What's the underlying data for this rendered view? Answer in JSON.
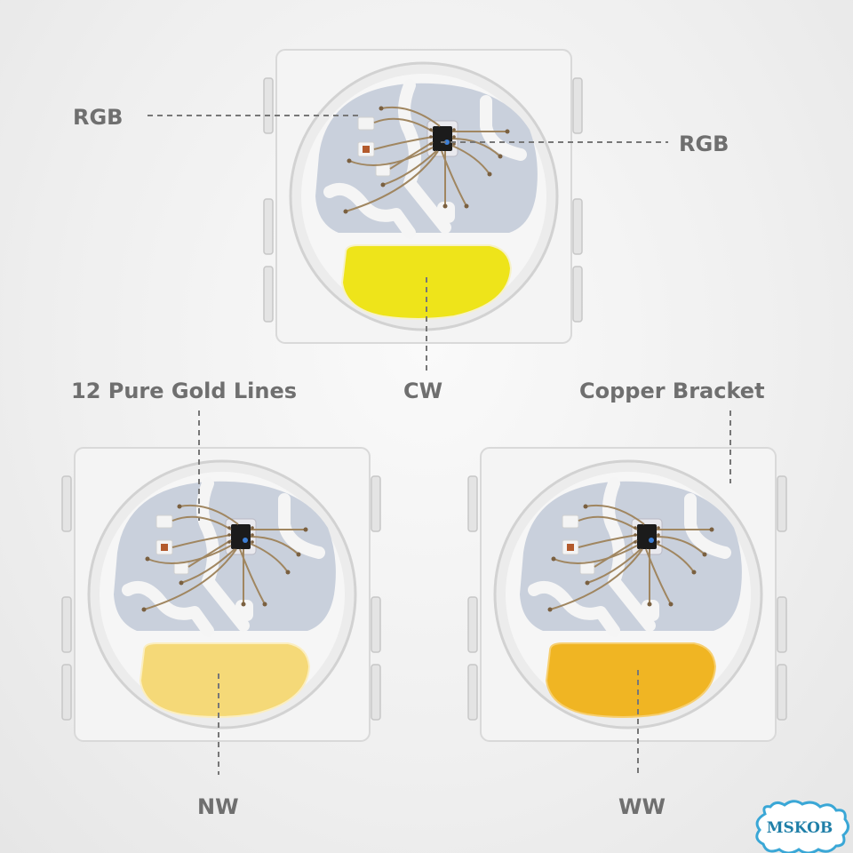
{
  "labels": {
    "rgb_left": "RGB",
    "rgb_right": "RGB",
    "cw": "CW",
    "gold_lines": "12 Pure Gold Lines",
    "copper_bracket": "Copper Bracket",
    "nw": "NW",
    "ww": "WW"
  },
  "leds": [
    {
      "name": "CW",
      "color": "#eee41a",
      "highlight": "#f6f1c8"
    },
    {
      "name": "NW",
      "color": "#f5d978",
      "highlight": "#fbeec0"
    },
    {
      "name": "WW",
      "color": "#f0b523",
      "highlight": "#f7cf70"
    }
  ],
  "colors": {
    "label_text": "#6f6f6f",
    "guide_line": "#777777",
    "badge_border": "#3aa7d6"
  },
  "brand": {
    "badge_text": "MSKOB"
  }
}
